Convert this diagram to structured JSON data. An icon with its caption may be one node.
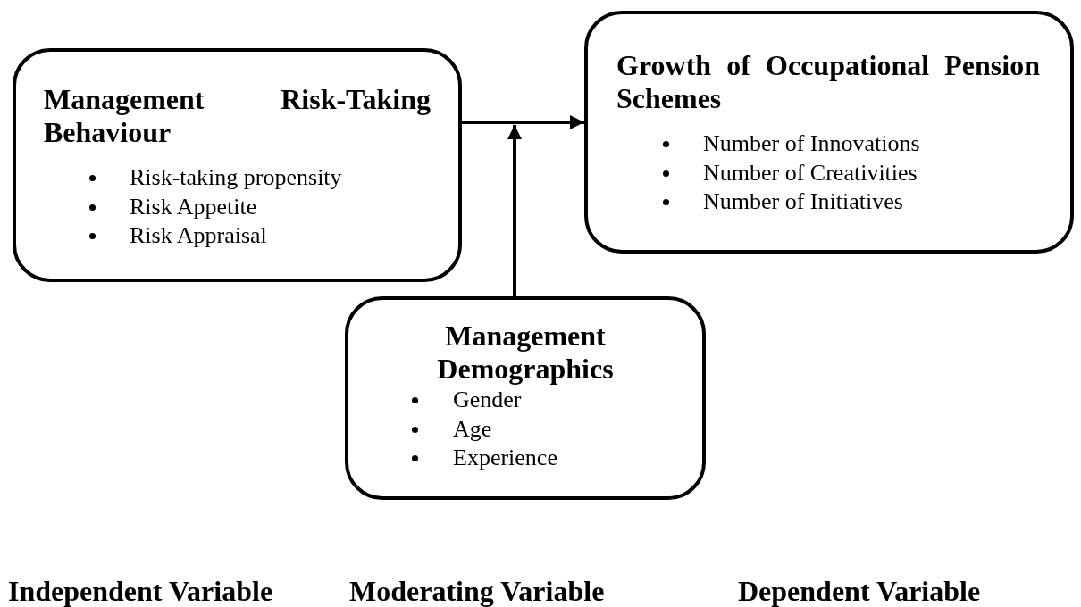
{
  "diagram": {
    "nodes": [
      {
        "text": [
          "Management Risk-Taking Behaviour",
          "Risk-taking propensity",
          "Risk Appetite",
          "Risk Appraisal"
        ]
      },
      {
        "text": [
          "Growth of Occupational Pension Schemes",
          "Number of Innovations",
          "Number of Creativities",
          "Number of Initiatives"
        ]
      },
      {
        "text": [
          "Management Demographics",
          "Gender",
          "Age",
          "Experience"
        ]
      }
    ],
    "edges": [
      {
        "from": 0,
        "to": 1,
        "arrow": "to"
      },
      {
        "from": 2,
        "to": null,
        "arrow": "to"
      }
    ],
    "labels": [
      "Independent Variable",
      "Moderating Variable",
      "Dependent Variable"
    ]
  }
}
